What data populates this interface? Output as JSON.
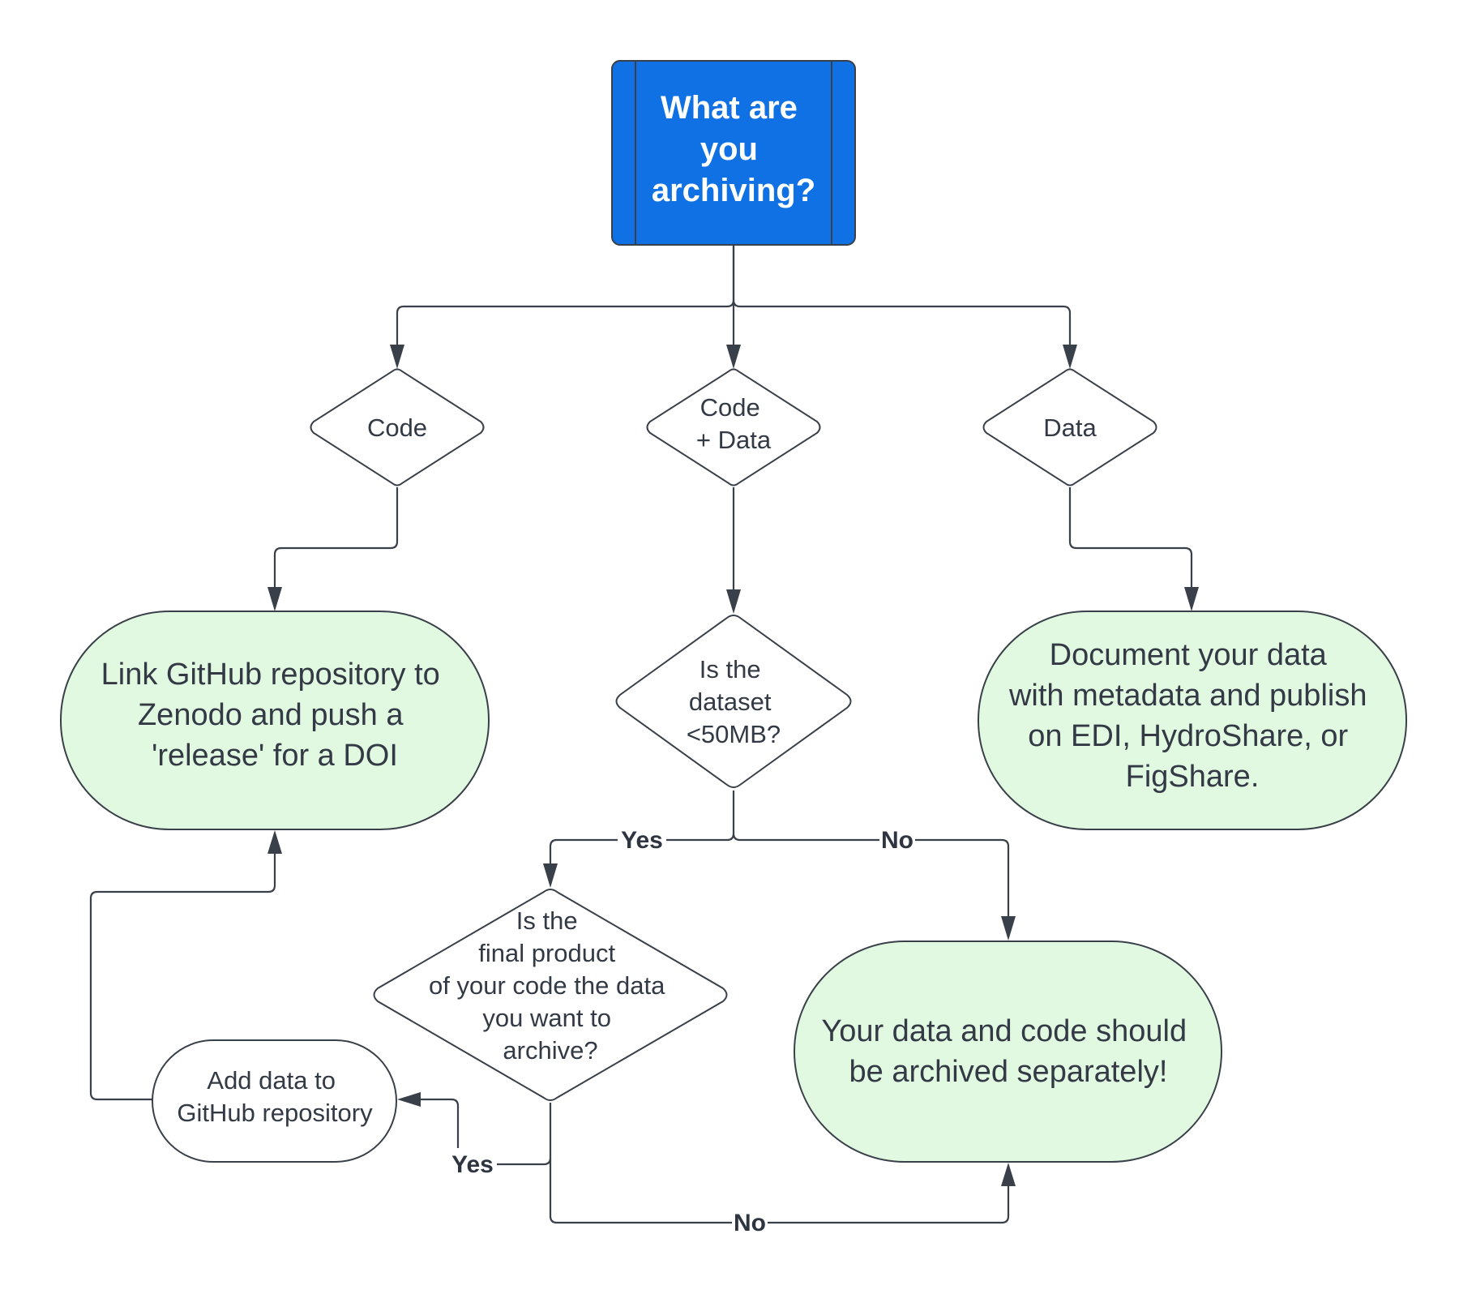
{
  "diagram": {
    "type": "flowchart",
    "colors": {
      "start_fill": "#1071E5",
      "terminal_fill": "#E1F9E1",
      "decision_fill": "#FFFFFF",
      "stroke": "#3A4049",
      "text": "#333A45"
    },
    "nodes": {
      "start": {
        "lines": [
          "What are",
          "you",
          "archiving?"
        ]
      },
      "code": {
        "lines": [
          "Code"
        ]
      },
      "code_data": {
        "lines": [
          "Code",
          "+ Data"
        ]
      },
      "data": {
        "lines": [
          "Data"
        ]
      },
      "link_github": {
        "lines": [
          "Link GitHub repository to",
          "Zenodo and push a",
          "'release' for a DOI"
        ]
      },
      "dataset_size": {
        "lines": [
          "Is the",
          "dataset",
          "<50MB?"
        ]
      },
      "document_data": {
        "lines": [
          "Document your data",
          "with metadata and publish",
          "on EDI, HydroShare, or",
          "FigShare."
        ]
      },
      "final_product": {
        "lines": [
          "Is the",
          "final product",
          "of your code the data",
          "you want to",
          "archive?"
        ]
      },
      "archive_separately": {
        "lines": [
          "Your data and code should",
          "be archived separately!"
        ]
      },
      "add_data": {
        "lines": [
          "Add data to",
          "GitHub repository"
        ]
      }
    },
    "edges": [
      {
        "from": "start",
        "to": "code",
        "label": ""
      },
      {
        "from": "start",
        "to": "code_data",
        "label": ""
      },
      {
        "from": "start",
        "to": "data",
        "label": ""
      },
      {
        "from": "code",
        "to": "link_github",
        "label": ""
      },
      {
        "from": "data",
        "to": "document_data",
        "label": ""
      },
      {
        "from": "code_data",
        "to": "dataset_size",
        "label": ""
      },
      {
        "from": "dataset_size",
        "to": "final_product",
        "label": "Yes"
      },
      {
        "from": "dataset_size",
        "to": "archive_separately",
        "label": "No"
      },
      {
        "from": "final_product",
        "to": "add_data",
        "label": "Yes"
      },
      {
        "from": "final_product",
        "to": "archive_separately",
        "label": "No"
      },
      {
        "from": "add_data",
        "to": "link_github",
        "label": ""
      }
    ]
  }
}
